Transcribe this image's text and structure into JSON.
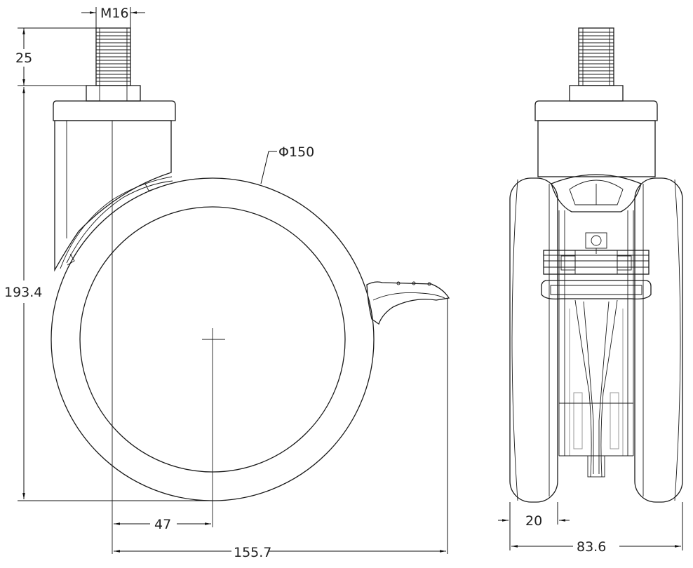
{
  "dimensions": {
    "thread_size": "M16",
    "stem_length": "25",
    "overall_height": "193.4",
    "wheel_diameter": "Φ150",
    "swivel_offset": "47",
    "overall_length": "155.7",
    "tread_width": "20",
    "overall_width": "83.6"
  },
  "colors": {
    "line": "#1a1a1a",
    "hidden": "#9a9a9a",
    "background": "#ffffff"
  }
}
